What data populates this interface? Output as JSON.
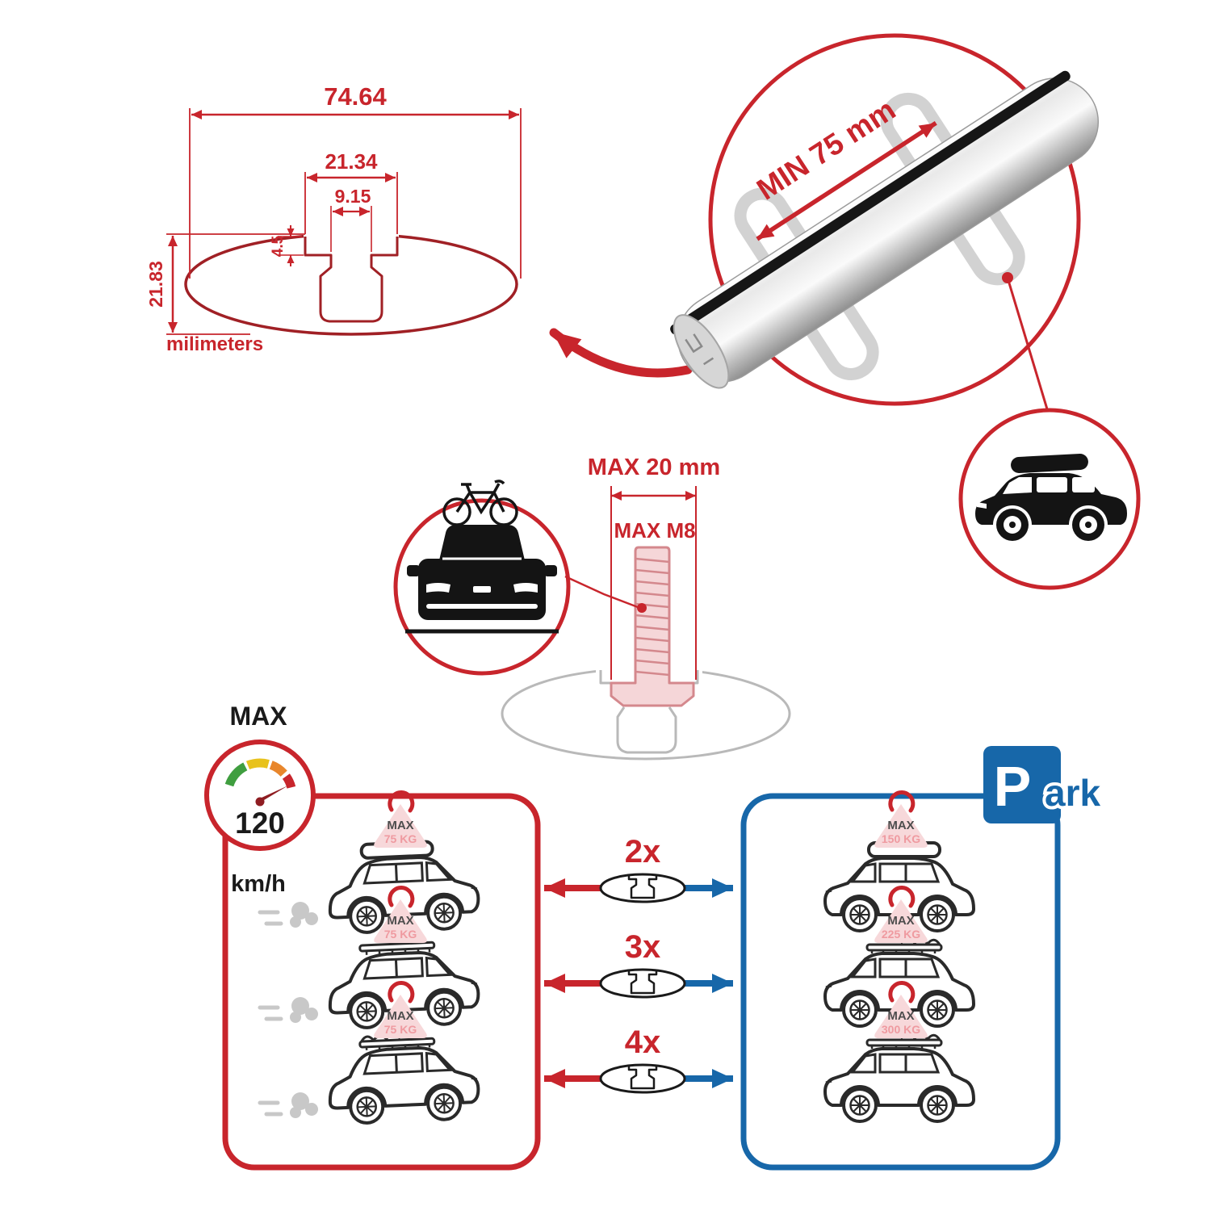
{
  "colors": {
    "accent_red": "#c8252c",
    "dark_red": "#a02025",
    "blue": "#1767a9",
    "light_pink": "#f7d8da",
    "badge_value_pink": "#ef9aa0",
    "gray": "#c4c4c4",
    "ink": "#1a1a1a"
  },
  "cross_section": {
    "width": "74.64",
    "slot_outer": "21.34",
    "slot_inner": "9.15",
    "lip_depth": "4.5",
    "height": "21.83",
    "units": "milimeters"
  },
  "bar": {
    "min_span": "MIN 75 mm"
  },
  "bolt": {
    "max_head": "MAX 20 mm",
    "max_thread": "MAX M8"
  },
  "speed_limit": {
    "label": "MAX",
    "value": "120",
    "units": "km/h"
  },
  "parking_sign": {
    "p": "P",
    "ark": "ark"
  },
  "load_rows": [
    {
      "multiplier": "2x",
      "driving": {
        "label": "MAX",
        "value": "75 KG"
      },
      "parked": {
        "label": "MAX",
        "value": "150 KG"
      }
    },
    {
      "multiplier": "3x",
      "driving": {
        "label": "MAX",
        "value": "75 KG"
      },
      "parked": {
        "label": "MAX",
        "value": "225 KG"
      }
    },
    {
      "multiplier": "4x",
      "driving": {
        "label": "MAX",
        "value": "75 KG"
      },
      "parked": {
        "label": "MAX",
        "value": "300 KG"
      }
    }
  ]
}
